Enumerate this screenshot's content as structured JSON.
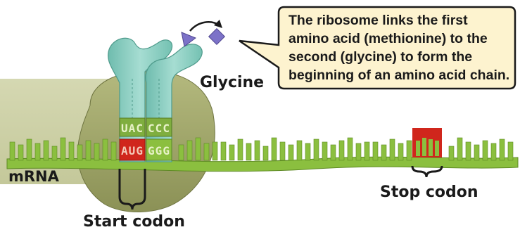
{
  "callout": {
    "lines": [
      "The ribosome links the first",
      "amino acid (methionine) to the",
      "second (glycine) to form the",
      "beginning of an amino acid chain."
    ]
  },
  "labels": {
    "glycine": "Glycine",
    "mrna": "mRNA",
    "start_codon": "Start codon",
    "stop_codon": "Stop codon"
  },
  "codons": {
    "trna1_anticodon": "UAC",
    "trna2_anticodon": "CCC",
    "mrna_start": "AUG",
    "mrna_second": "GGG"
  },
  "colors": {
    "mrna_green": "#8bbf3f",
    "mrna_stroke": "#5e8a24",
    "ribosome": "#9ea46a",
    "trna": "#8fd0c3",
    "codon_red": "#d0261c",
    "amino_acid": "#7c72c8",
    "callout_fill": "#fdf3cf"
  }
}
